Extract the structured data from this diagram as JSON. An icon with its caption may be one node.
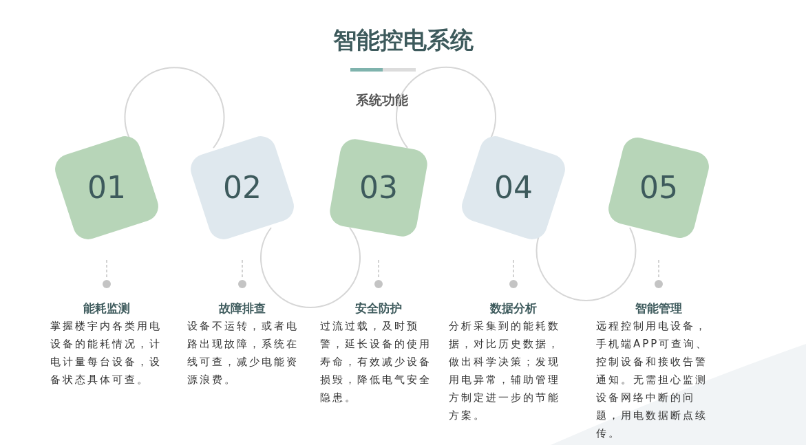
{
  "diagram": {
    "title": "智能控电系统",
    "nodes": [
      {
        "text": [
          "01"
        ],
        "beside": [
          "能耗监测",
          "掌握楼宇内各类用电设备的能耗情况，计电计量每台设备，设备状态具体可查。"
        ]
      },
      {
        "text": [
          "02"
        ],
        "beside": [
          "故障排查",
          "设备不运转，或者电路出现故障，系统在线可查，减少电能资源浪费。"
        ]
      },
      {
        "text": [
          "03"
        ],
        "beside": [
          "安全防护",
          "过流过载，及时预警，延长设备的使用寿命，有效减少设备损毁，降低电气安全隐患。"
        ]
      },
      {
        "text": [
          "04"
        ],
        "beside": [
          "数据分析",
          "分析采集到的能耗数据，对比历史数据，做出科学决策；发现用电异常，辅助管理方制定进一步的节能方案。"
        ]
      },
      {
        "text": [
          "05"
        ],
        "beside": [
          "智能管理",
          "远程控制用电设备，手机端APP可查询、控制设备和接收告警通知。无需担心监测设备网络中断的问题，用电数据断点续传。"
        ]
      }
    ],
    "edges": [
      {
        "from": 0,
        "to": 1,
        "arrow": "none"
      },
      {
        "from": 1,
        "to": 2,
        "arrow": "none"
      },
      {
        "from": 2,
        "to": 3,
        "arrow": "none"
      },
      {
        "from": 3,
        "to": 4,
        "arrow": "none"
      }
    ],
    "labels": [
      "系统功能"
    ]
  }
}
